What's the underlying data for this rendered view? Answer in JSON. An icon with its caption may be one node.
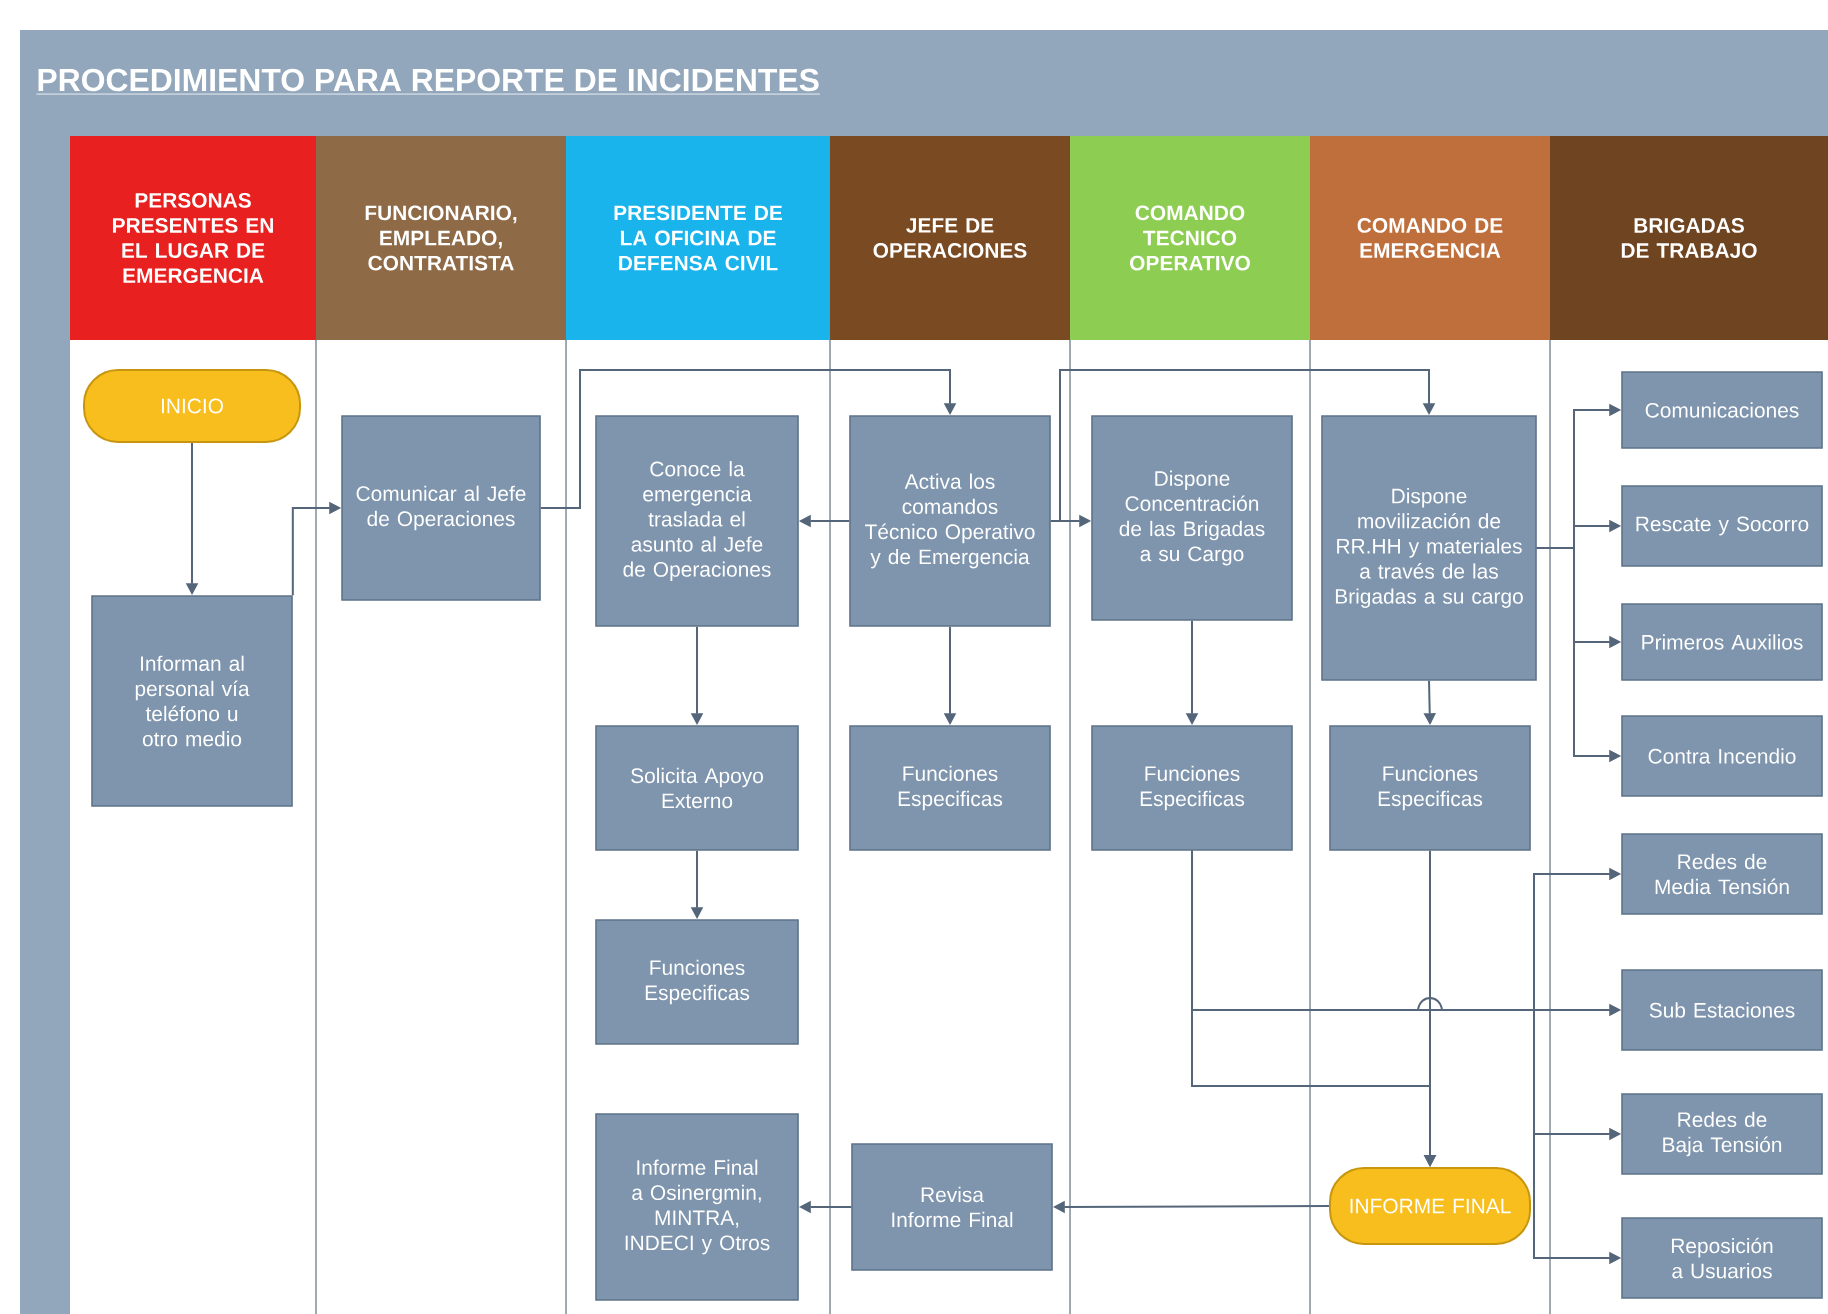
{
  "diagram": {
    "title": "PROCEDIMIENTO PARA REPORTE DE INCIDENTES",
    "nodes": [
      {
        "text": [
          "PERSONAS PRESENTES EN EL LUGAR DE EMERGENCIA"
        ]
      },
      {
        "text": [
          "FUNCIONARIO, EMPLEADO, CONTRATISTA"
        ]
      },
      {
        "text": [
          "PRESIDENTE DE LA OFICINA DE DEFENSA CIVIL"
        ]
      },
      {
        "text": [
          "JEFE DE OPERACIONES"
        ]
      },
      {
        "text": [
          "COMANDO TECNICO OPERATIVO"
        ]
      },
      {
        "text": [
          "COMANDO DE EMERGENCIA"
        ]
      },
      {
        "text": [
          "BRIGADAS DE TRABAJO"
        ]
      },
      {
        "text": [
          "INICIO"
        ]
      },
      {
        "text": [
          "Informan al personal vía teléfono u otro medio"
        ]
      },
      {
        "text": [
          "Comunicar al Jefe de Operaciones"
        ]
      },
      {
        "text": [
          "Conoce la emergencia traslada el asunto al Jefe de Operaciones"
        ]
      },
      {
        "text": [
          "Activa los comandos Técnico Operativo y de Emergencia"
        ]
      },
      {
        "text": [
          "Dispone Concentración de las Brigadas a su Cargo"
        ]
      },
      {
        "text": [
          "Dispone movilización de RR.HH y materiales a través de las Brigadas a su cargo"
        ]
      },
      {
        "text": [
          "Solicita Apoyo Externo"
        ]
      },
      {
        "text": [
          "Funciones Especificas"
        ]
      },
      {
        "text": [
          "Funciones Especificas"
        ]
      },
      {
        "text": [
          "Funciones Especificas"
        ]
      },
      {
        "text": [
          "Funciones Especificas"
        ]
      },
      {
        "text": [
          "Informe Final a Osinergmin, MINTRA, INDECI y Otros"
        ]
      },
      {
        "text": [
          "Revisa Informe Final"
        ]
      },
      {
        "text": [
          "INFORME FINAL"
        ]
      },
      {
        "text": [
          "Comunicaciones"
        ]
      },
      {
        "text": [
          "Rescate y Socorro"
        ]
      },
      {
        "text": [
          "Primeros Auxilios"
        ]
      },
      {
        "text": [
          "Contra Incendio"
        ]
      },
      {
        "text": [
          "Redes de Media Tensión"
        ]
      },
      {
        "text": [
          "Sub Estaciones"
        ]
      },
      {
        "text": [
          "Redes de Baja Tensión"
        ]
      },
      {
        "text": [
          "Reposición a Usuarios"
        ]
      }
    ],
    "edges": [
      {
        "from": 7,
        "to": 8,
        "arrow": "to"
      },
      {
        "from": 8,
        "to": 9,
        "arrow": "to"
      },
      {
        "from": 9,
        "to": 11,
        "arrow": "to"
      },
      {
        "from": 11,
        "to": 10,
        "arrow": "to"
      },
      {
        "from": 11,
        "to": 12,
        "arrow": "to"
      },
      {
        "from": 11,
        "to": 13,
        "arrow": "to"
      },
      {
        "from": 10,
        "to": 14,
        "arrow": "to"
      },
      {
        "from": 14,
        "to": 15,
        "arrow": "to"
      },
      {
        "from": 11,
        "to": 16,
        "arrow": "to"
      },
      {
        "from": 12,
        "to": 17,
        "arrow": "to"
      },
      {
        "from": 13,
        "to": 18,
        "arrow": "to"
      },
      {
        "from": 13,
        "to": 22,
        "arrow": "to"
      },
      {
        "from": 13,
        "to": 23,
        "arrow": "to"
      },
      {
        "from": 13,
        "to": 24,
        "arrow": "to"
      },
      {
        "from": 13,
        "to": 25,
        "arrow": "to"
      },
      {
        "from": 17,
        "to": 26,
        "arrow": "to"
      },
      {
        "from": 17,
        "to": 27,
        "arrow": "to"
      },
      {
        "from": 17,
        "to": 28,
        "arrow": "to"
      },
      {
        "from": 17,
        "to": 29,
        "arrow": "to"
      },
      {
        "from": 17,
        "to": 21,
        "arrow": "to"
      },
      {
        "from": 18,
        "to": 21,
        "arrow": "to"
      },
      {
        "from": 21,
        "to": 20,
        "arrow": "to"
      },
      {
        "from": 20,
        "to": 19,
        "arrow": "to"
      }
    ]
  }
}
